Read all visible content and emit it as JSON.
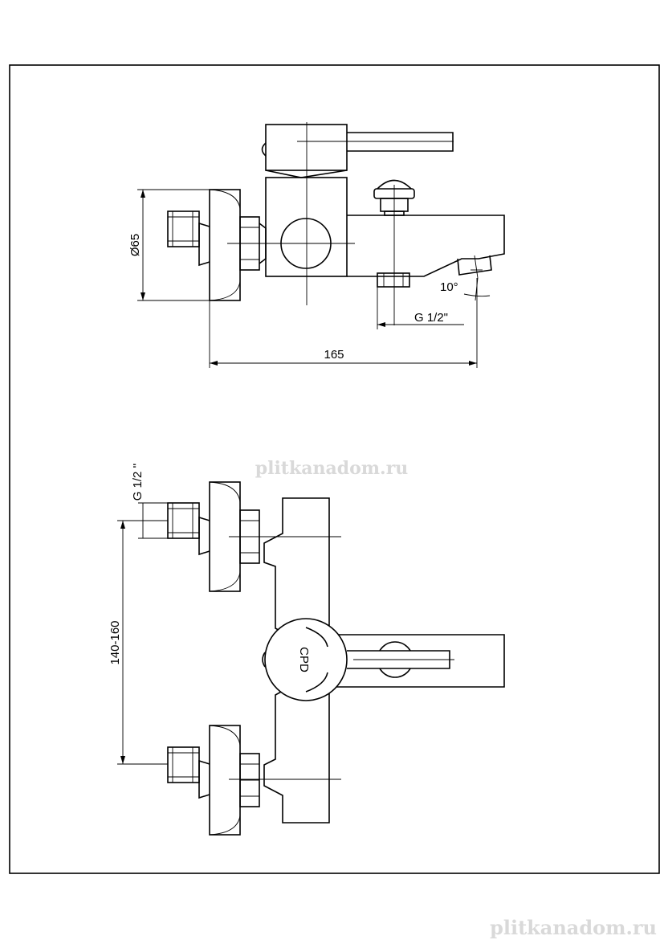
{
  "dimensions": {
    "diameter": "Ø65",
    "thread_top": "G 1/2\"",
    "angle": "10°",
    "width": "165",
    "thread_side": "G 1/2 ''",
    "spacing": "140-160"
  },
  "cartridge_label": "CPD",
  "watermark": {
    "center": "plitkanadom.ru",
    "corner": "plitkanadom.ru"
  }
}
